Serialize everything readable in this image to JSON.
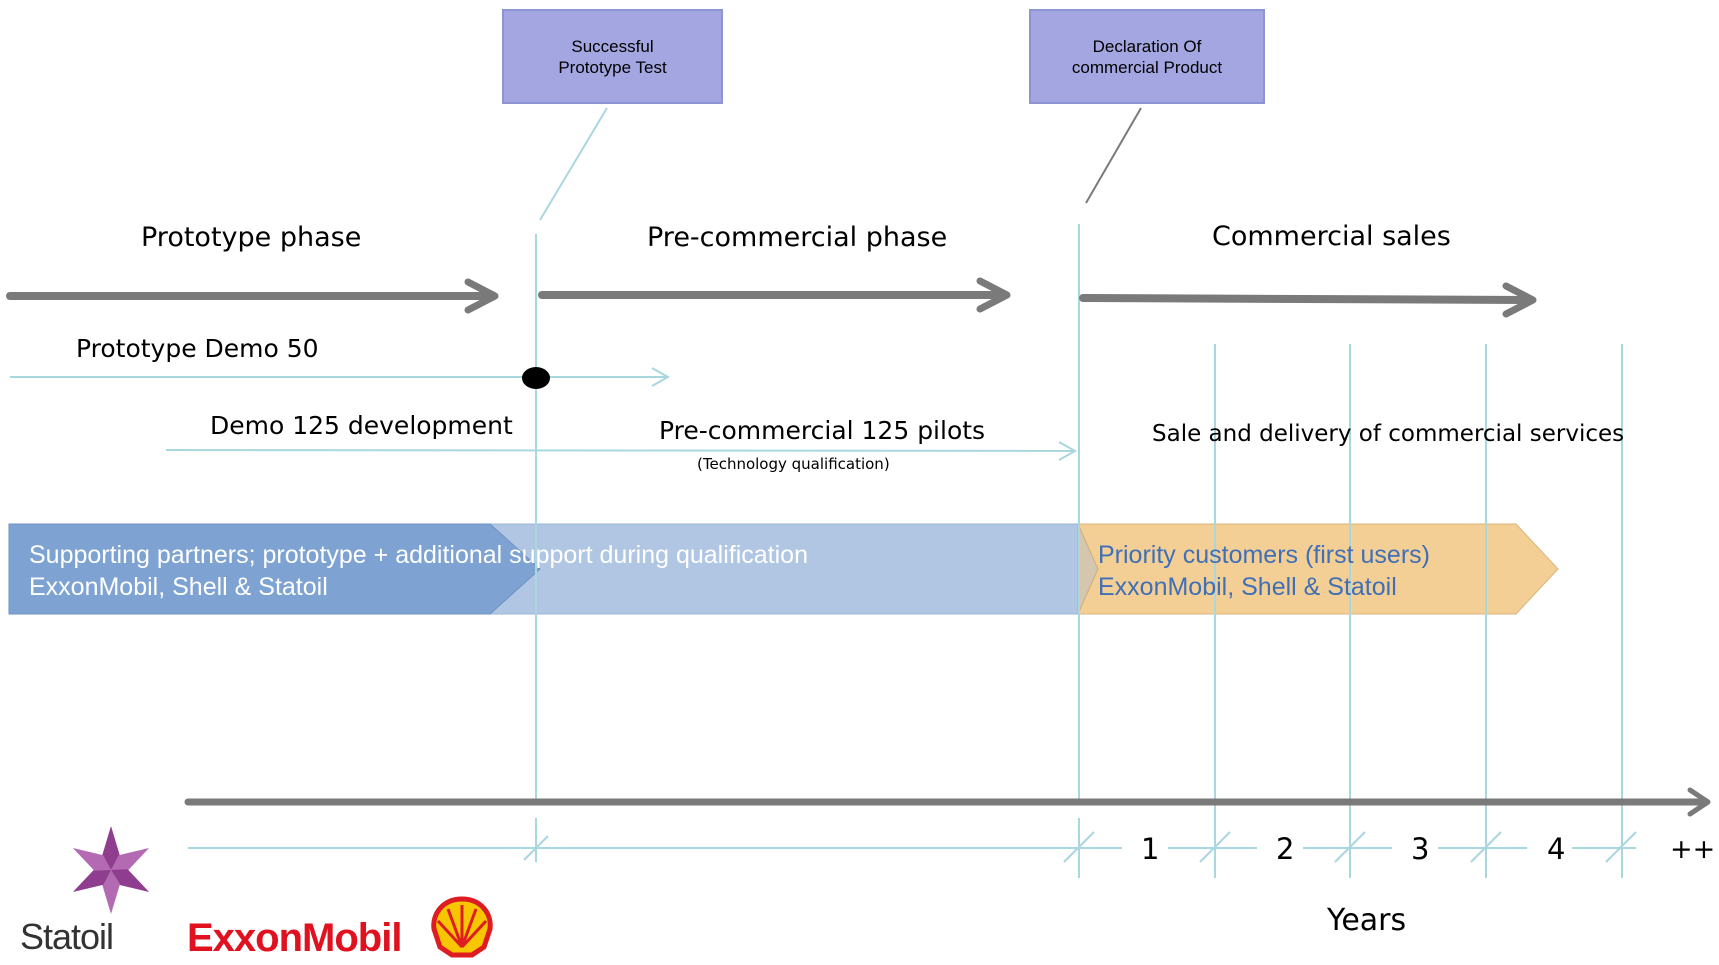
{
  "milestones": {
    "prototype_test": {
      "line1": "Successful",
      "line2": "Prototype Test"
    },
    "commercial_declaration": {
      "line1": "Declaration Of",
      "line2": "commercial Product"
    }
  },
  "phases": {
    "prototype": "Prototype phase",
    "precommercial": "Pre-commercial  phase",
    "commercial": "Commercial sales"
  },
  "tracks": {
    "demo50": "Prototype Demo 50",
    "demo125_dev": "Demo 125 development",
    "pilots": "Pre-commercial 125 pilots",
    "pilots_note": "(Technology qualification)",
    "sales": "Sale and delivery of commercial services"
  },
  "bands": {
    "partners_line1": "Supporting partners;  prototype + additional support during qualification",
    "partners_line2": "ExxonMobil, Shell & Statoil",
    "customers_line1": "Priority customers (first users)",
    "customers_line2": "ExxonMobil, Shell & Statoil"
  },
  "axis": {
    "years": [
      "1",
      "2",
      "3",
      "4",
      "++"
    ],
    "label": "Years"
  },
  "logos": {
    "statoil": "Statoil",
    "exxonmobil": "ExxonMobil",
    "shell": "shell-logo"
  },
  "colors": {
    "arrow_gray": "#7a7a7a",
    "guide_line": "#a9d7df",
    "callout_fill": "#a3a6e0",
    "band_blue_dark": "#7ea3d2",
    "band_blue_light": "#b0c6e3",
    "band_orange": "#f4cf95",
    "statoil_purple": "#8e3d8f",
    "exxon_red": "#e0121f",
    "shell_yellow": "#f7c600",
    "shell_red": "#dd1d21"
  }
}
